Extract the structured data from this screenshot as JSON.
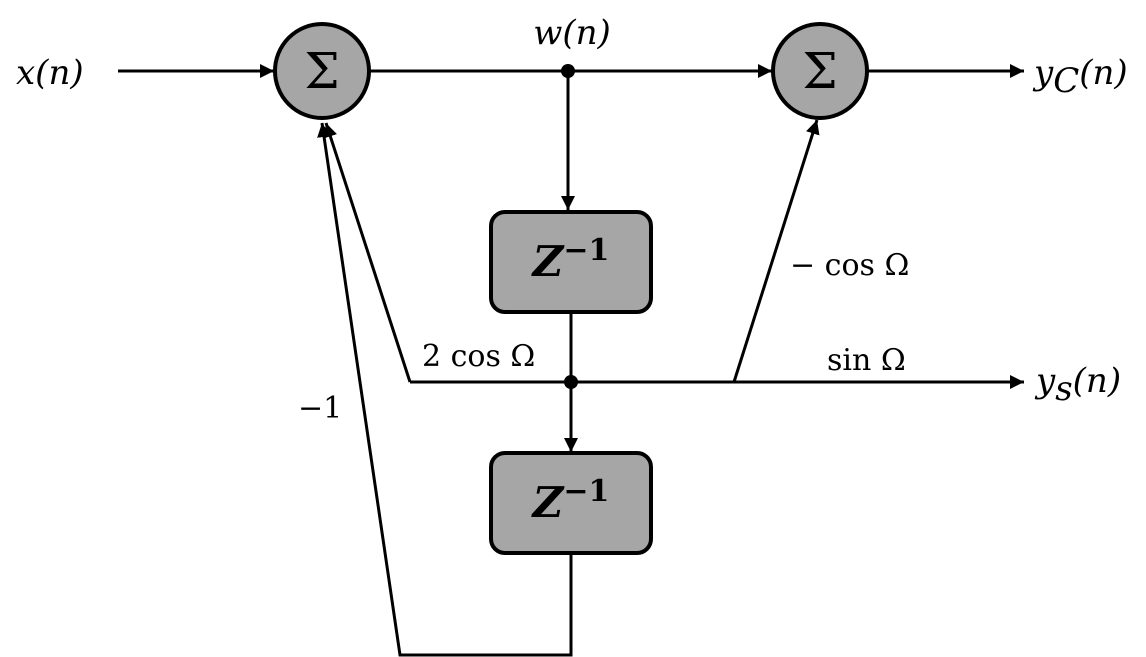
{
  "signals": {
    "input": "x(n)",
    "intermediate": "w(n)",
    "output_cos": "y",
    "output_cos_sub": "C",
    "output_cos_arg": "(n)",
    "output_sin": "y",
    "output_sin_sub": "s",
    "output_sin_arg": "(n)"
  },
  "coefficients": {
    "two_cos": "2 cos Ω",
    "minus_cos": "− cos Ω",
    "sin": "sin Ω",
    "minus_one": "−1"
  },
  "summers": {
    "left_symbol": "Σ",
    "right_symbol": "Σ"
  },
  "delays": {
    "upper_base": "Z",
    "upper_exp": "−1",
    "lower_base": "Z",
    "lower_exp": "−1"
  },
  "colors": {
    "node_fill": "#a6a6a6",
    "line": "#000000",
    "background": "#ffffff"
  }
}
